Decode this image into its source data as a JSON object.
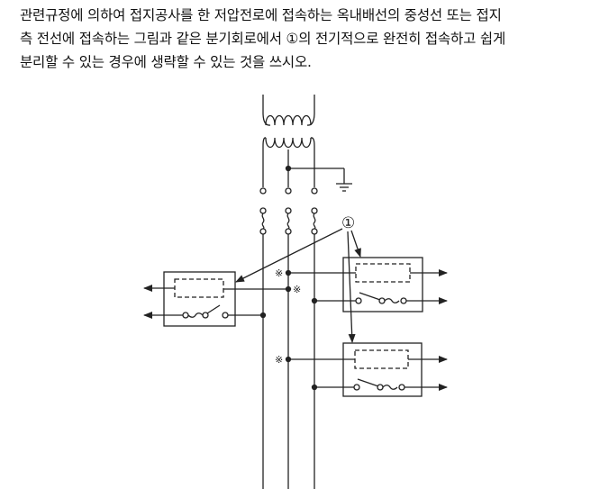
{
  "question": {
    "lines": [
      "관련규정에 의하여 접지공사를 한 저압전로에 접속하는 옥내배선의 중성선 또는 접지",
      "측 전선에 접속하는 그림과 같은 분기회로에서 ①의 전기적으로 완전히 접속하고 쉽게",
      "분리할 수 있는 경우에 생략할 수 있는 것을 쓰시오."
    ]
  },
  "diagram": {
    "callout_label": "①",
    "junction_mark": "※",
    "components": {
      "transformer": "transformer-icon",
      "ground": "ground-icon",
      "fuses": 3,
      "branch_boxes": 3
    },
    "line_color": "#222222"
  }
}
